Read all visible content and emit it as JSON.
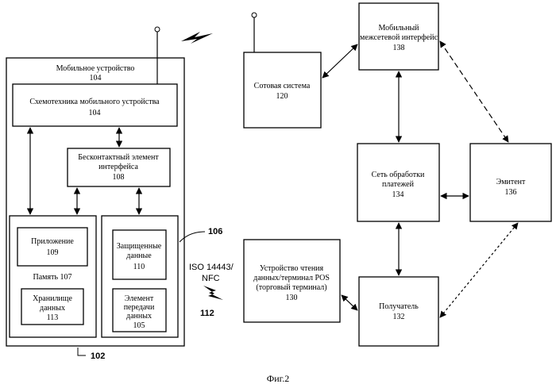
{
  "mobile_device": {
    "title": "Мобильное устройство",
    "number": "104"
  },
  "circuitry": {
    "title": "Схемотехника мобильного устройства",
    "number": "104"
  },
  "contactless": {
    "line1": "Бесконтактный элемент",
    "line2": "интерфейса",
    "number": "108"
  },
  "application": {
    "title": "Приложение",
    "number": "109"
  },
  "memory": {
    "label": "Память 107"
  },
  "data_storage": {
    "line1": "Хранилище",
    "line2": "данных",
    "number": "113"
  },
  "secure_data": {
    "line1": "Защищенные",
    "line2": "данные",
    "number": "110"
  },
  "transfer_element": {
    "line1": "Элемент",
    "line2": "передачи",
    "line3": "данных",
    "number": "105"
  },
  "ref_106": "106",
  "ref_102": "102",
  "ref_112": "112",
  "nfc": {
    "line1": "ISO 14443/",
    "line2": "NFC"
  },
  "pos_reader": {
    "line1": "Устройство чтения",
    "line2": "данных/терминал POS",
    "line3": "(торговый терминал)",
    "number": "130"
  },
  "cellular": {
    "title": "Сотовая система",
    "number": "120"
  },
  "gateway": {
    "line1": "Мобильный",
    "line2": "межсетевой интерфейс",
    "number": "138"
  },
  "payment_network": {
    "line1": "Сеть обработки",
    "line2": "платежей",
    "number": "134"
  },
  "issuer": {
    "title": "Эмитент",
    "number": "136"
  },
  "acquirer": {
    "title": "Получатель",
    "number": "132"
  },
  "caption": "Фиг.2"
}
